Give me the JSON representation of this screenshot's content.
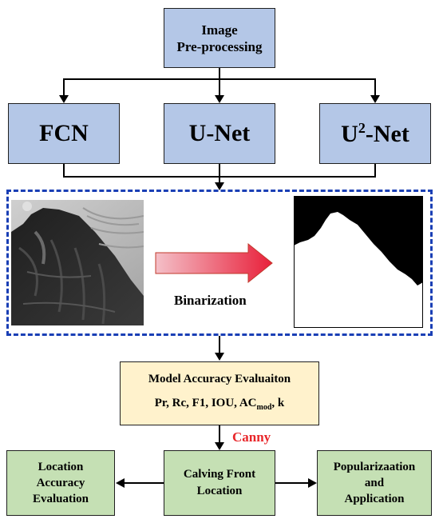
{
  "nodes": {
    "preprocess": {
      "line1": "Image",
      "line2": "Pre-processing"
    },
    "fcn": {
      "label": "FCN"
    },
    "unet": {
      "label": "U-Net"
    },
    "u2net": {
      "prefix": "U",
      "sup": "2",
      "suffix": "-Net"
    },
    "binarization": {
      "label": "Binarization"
    },
    "evaluation": {
      "title": "Model Accuracy Evaluaiton",
      "metrics_prefix": "Pr, Rc, F1, IOU,  AC",
      "metrics_sub": "mod",
      "metrics_suffix": ", k"
    },
    "canny": {
      "label": "Canny",
      "color": "#e8262a"
    },
    "location_accuracy": {
      "line1": "Location",
      "line2": "Accuracy",
      "line3": "Evaluation"
    },
    "calving_front": {
      "line1": "Calving Front",
      "line2": "Location"
    },
    "popularization": {
      "line1": "Popularizaation",
      "line2": "and",
      "line3": "Application"
    }
  },
  "colors": {
    "blue_box": "#b4c7e7",
    "cream_box": "#fff2cc",
    "green_box": "#c5e0b4",
    "dashed_frame": "#1a3fb5",
    "arrow_gradient_start": "#f4c0c8",
    "arrow_gradient_end": "#e8203a"
  }
}
